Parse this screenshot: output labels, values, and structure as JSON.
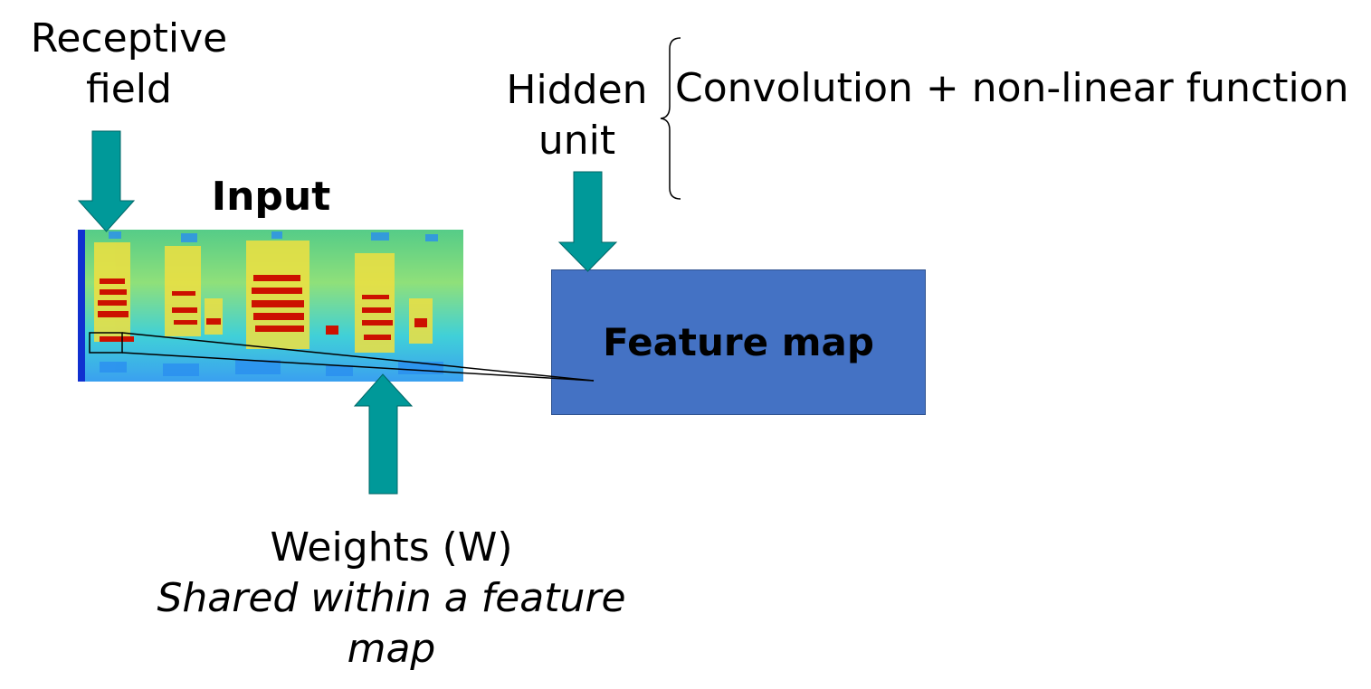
{
  "labels": {
    "receptive_field_line1": "Receptive",
    "receptive_field_line2": "field",
    "input": "Input",
    "hidden_unit_line1": "Hidden",
    "hidden_unit_line2": "unit",
    "convolution": "Convolution + non-linear function",
    "feature_map": "Feature map",
    "weights": "Weights (W)",
    "shared_line1": "Shared within a feature",
    "shared_line2": "map"
  },
  "colors": {
    "arrow": "#009999",
    "feature_map_fill": "#4472c4",
    "spectrogram_background": "#33ccdd",
    "spectrogram_hot": "#cc1100"
  },
  "icons": {
    "receptive_field_arrow": "down-arrow-icon",
    "hidden_unit_arrow": "down-arrow-icon",
    "weights_arrow": "up-arrow-icon"
  }
}
